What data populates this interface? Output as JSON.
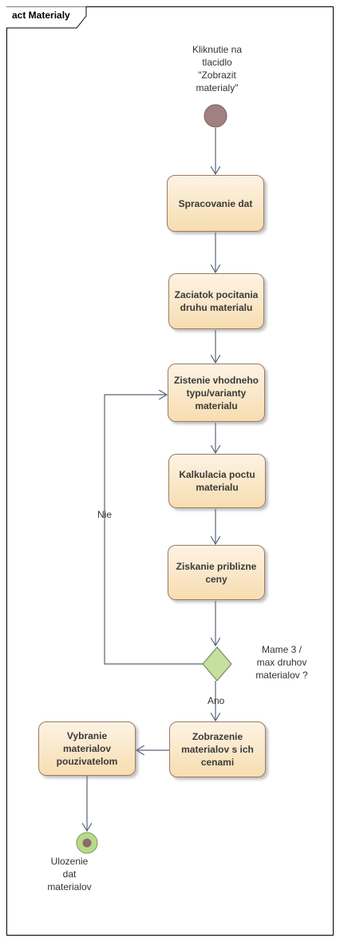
{
  "diagram": {
    "title": "act Materialy",
    "start_note": "Kliknutie na\ntlacidlo\n\"Zobrazit\nmaterialy\"",
    "end_note": "Ulozenie\ndat\nmaterialov",
    "decision_note": "Mame 3 /\nmax druhov\nmaterialov ?",
    "guard_no": "Nie",
    "guard_yes": "Ano",
    "actions": {
      "spracovanie": "Spracovanie dat",
      "zaciatok": "Zaciatok pocitania druhu materialu",
      "zistenie": "Zistenie vhodneho typu/varianty materialu",
      "kalkulacia": "Kalkulacia poctu materialu",
      "ziskanie": "Ziskanie priblizne ceny",
      "zobrazenie": "Zobrazenie materialov s ich cenami",
      "vybranie": "Vybranie materialov pouzivatelom"
    }
  },
  "colors": {
    "action_fill_top": "#fdf3e4",
    "action_fill_bottom": "#f7ddb0",
    "initial_node": "#a08080",
    "decision_fill": "#c6e0a0",
    "final_node_ring": "#b9d98a",
    "edge": "#5a6478"
  }
}
